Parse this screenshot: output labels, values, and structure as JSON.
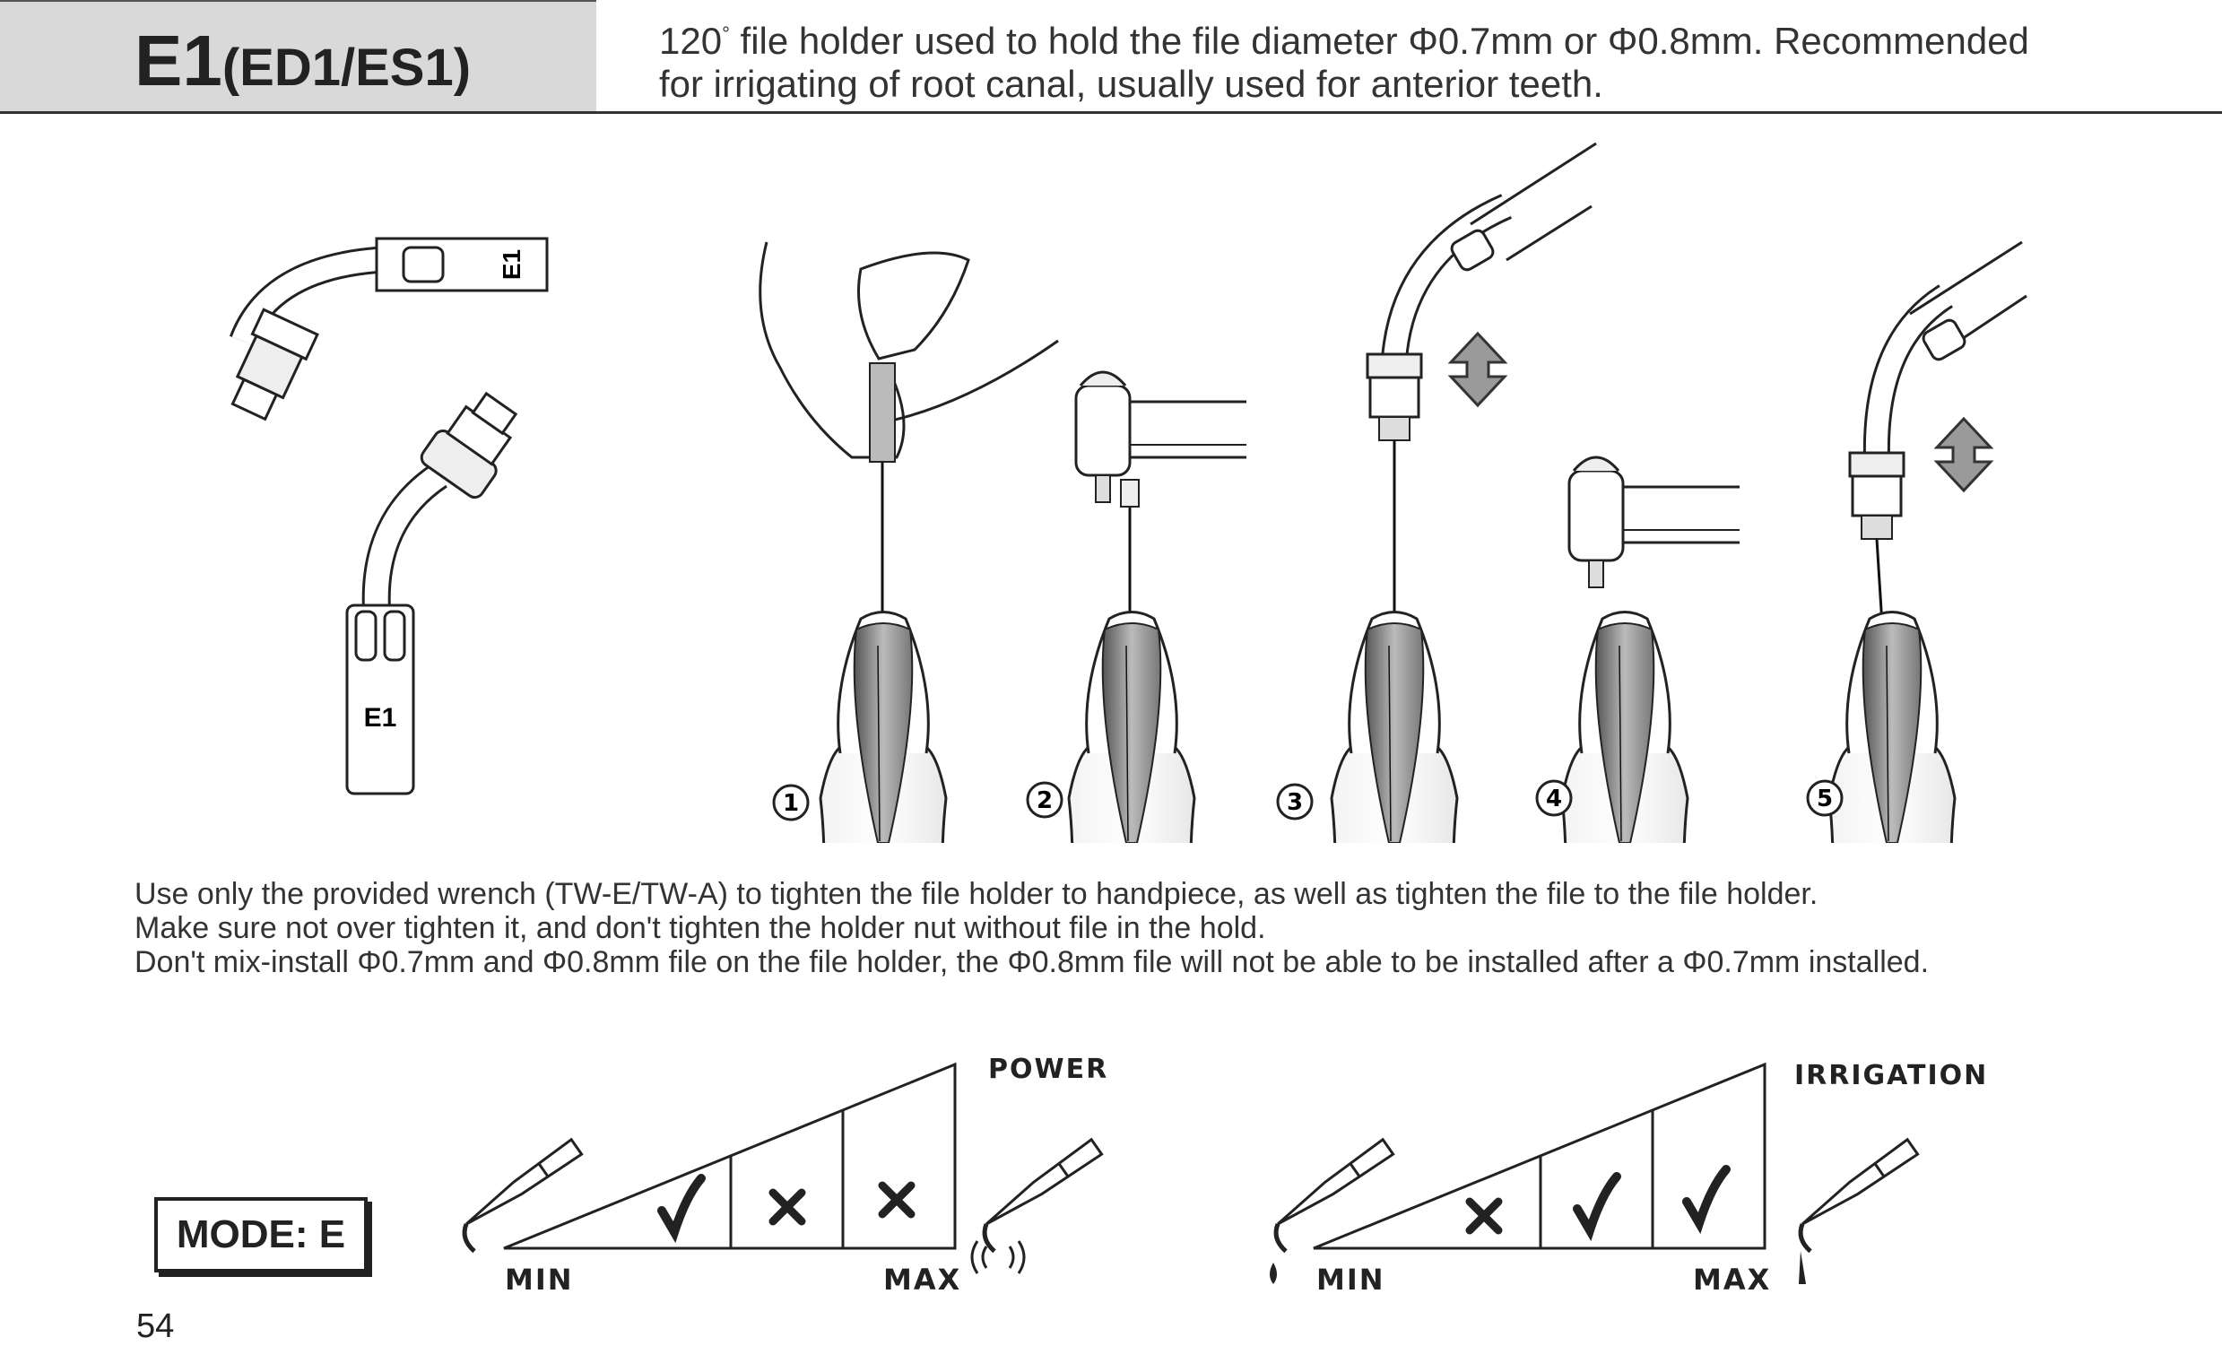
{
  "header": {
    "model": "E1",
    "variants": "(ED1/ES1)",
    "degree": "120",
    "degree_symbol": "°",
    "desc_line1_rest": " file holder used to hold the file diameter Φ0.7mm or Φ0.8mm. Recommended",
    "desc_line2": "for irrigating of root canal, usually used for anterior teeth."
  },
  "figure": {
    "tip_label_1": "E1",
    "tip_label_2": "E1",
    "steps": [
      "1",
      "2",
      "3",
      "4",
      "5"
    ]
  },
  "instructions": [
    "Use only the provided wrench (TW-E/TW-A) to tighten the file holder to handpiece, as well as tighten the file to the file holder.",
    "Make sure not over tighten it, and don't tighten the holder nut without file in the hold.",
    "Don't mix-install Φ0.7mm and Φ0.8mm file on the file holder, the Φ0.8mm file will not be able to be installed after a Φ0.7mm installed."
  ],
  "settings": {
    "mode_label": "MODE: E",
    "power": {
      "label": "POWER",
      "min": "MIN",
      "max": "MAX",
      "levels": [
        "check",
        "cross",
        "cross"
      ]
    },
    "irrigation": {
      "label": "IRRIGATION",
      "min": "MIN",
      "max": "MAX",
      "levels": [
        "cross",
        "check",
        "check"
      ]
    }
  },
  "page_number": "54",
  "colors": {
    "header_bg": "#d9d9d9",
    "ink": "#222222",
    "arrow_gray": "#9a9a9a"
  }
}
